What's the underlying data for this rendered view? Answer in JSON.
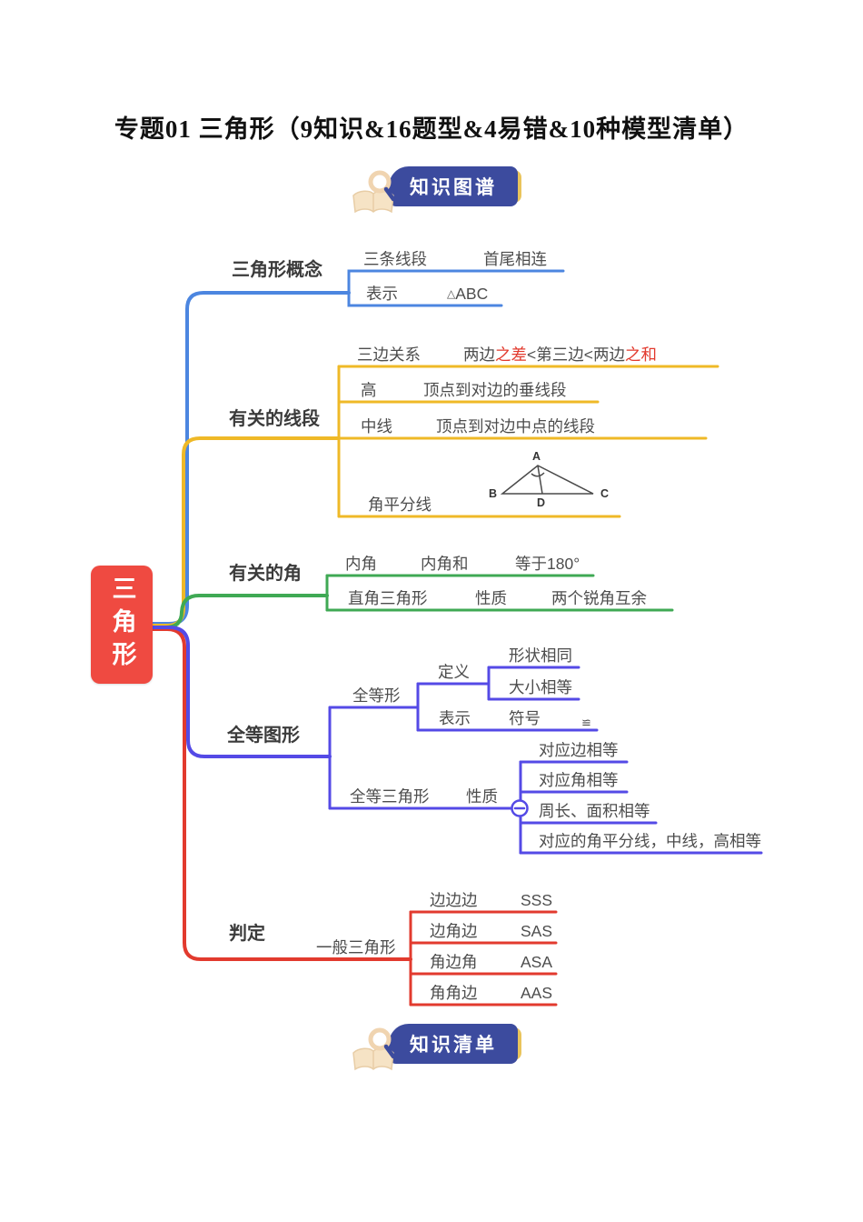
{
  "page": {
    "title": "专题01 三角形（9知识&16题型&4易错&10种模型清单）"
  },
  "badges": {
    "top_label": "知识图谱",
    "bottom_label": "知识清单"
  },
  "root": {
    "label": "三角形"
  },
  "colors": {
    "blue": "#4c86e0",
    "yellow": "#efb927",
    "green": "#3fa954",
    "purple": "#544ae6",
    "red": "#e23a2e",
    "nodeRed": "#ef4a41",
    "badgeNavy": "#3c4b9e",
    "badgeAccent": "#e9c45c",
    "textGray": "#4d4d4d",
    "labelDark": "#3b3b3b",
    "accentRedText": "#e23a2e",
    "iconCream": "#f6e3c5"
  },
  "branches": {
    "concept": {
      "label": "三角形概念",
      "r1": {
        "label": "三条线段",
        "value": "首尾相连"
      },
      "r2": {
        "label": "表示",
        "value_prefix": "△",
        "value": "ABC"
      }
    },
    "sides": {
      "label": "有关的线段",
      "relation": {
        "label": "三边关系",
        "parts": [
          "两边",
          "之差",
          "<第三边<",
          "两边",
          "之和"
        ]
      },
      "height": {
        "label": "高",
        "value": "顶点到对边的垂线段"
      },
      "median": {
        "label": "中线",
        "value": "顶点到对边中点的线段"
      },
      "bisector": {
        "label": "角平分线"
      },
      "figure": {
        "a": "A",
        "b": "B",
        "c": "C",
        "d": "D"
      }
    },
    "angles": {
      "label": "有关的角",
      "r1": {
        "label": "内角",
        "mid": "内角和",
        "value": "等于180°"
      },
      "r2": {
        "label": "直角三角形",
        "mid": "性质",
        "value": "两个锐角互余"
      }
    },
    "congruent": {
      "label": "全等图形",
      "shape": "全等形",
      "definition": "定义",
      "same_shape": "形状相同",
      "same_size": "大小相等",
      "notation": "表示",
      "symbol_label": "符号",
      "symbol": "≌",
      "triangle": "全等三角形",
      "property": "性质",
      "props": [
        "对应边相等",
        "对应角相等",
        "周长、面积相等",
        "对应的角平分线，中线，高相等"
      ]
    },
    "judge": {
      "label": "判定",
      "general": "一般三角形",
      "r1": {
        "label": "边边边",
        "value": "SSS"
      },
      "r2": {
        "label": "边角边",
        "value": "SAS"
      },
      "r3": {
        "label": "角边角",
        "value": "ASA"
      },
      "r4": {
        "label": "角角边",
        "value": "AAS"
      }
    }
  }
}
